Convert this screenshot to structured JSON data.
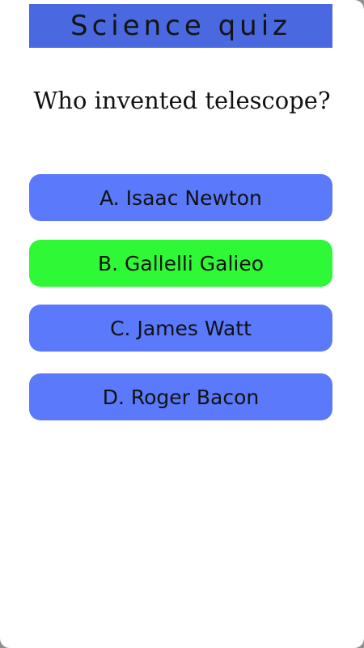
{
  "header": {
    "title": "Science quiz"
  },
  "question": {
    "text": "Who invented telescope?"
  },
  "options": [
    {
      "label": "A. Isaac Newton",
      "state": "default"
    },
    {
      "label": "B. Gallelli Galieo",
      "state": "correct"
    },
    {
      "label": "C. James Watt",
      "state": "default"
    },
    {
      "label": "D. Roger Bacon",
      "state": "default"
    }
  ],
  "colors": {
    "title_bar": "#4a68e0",
    "option_default": "#5b79fb",
    "option_correct": "#2ff837"
  }
}
